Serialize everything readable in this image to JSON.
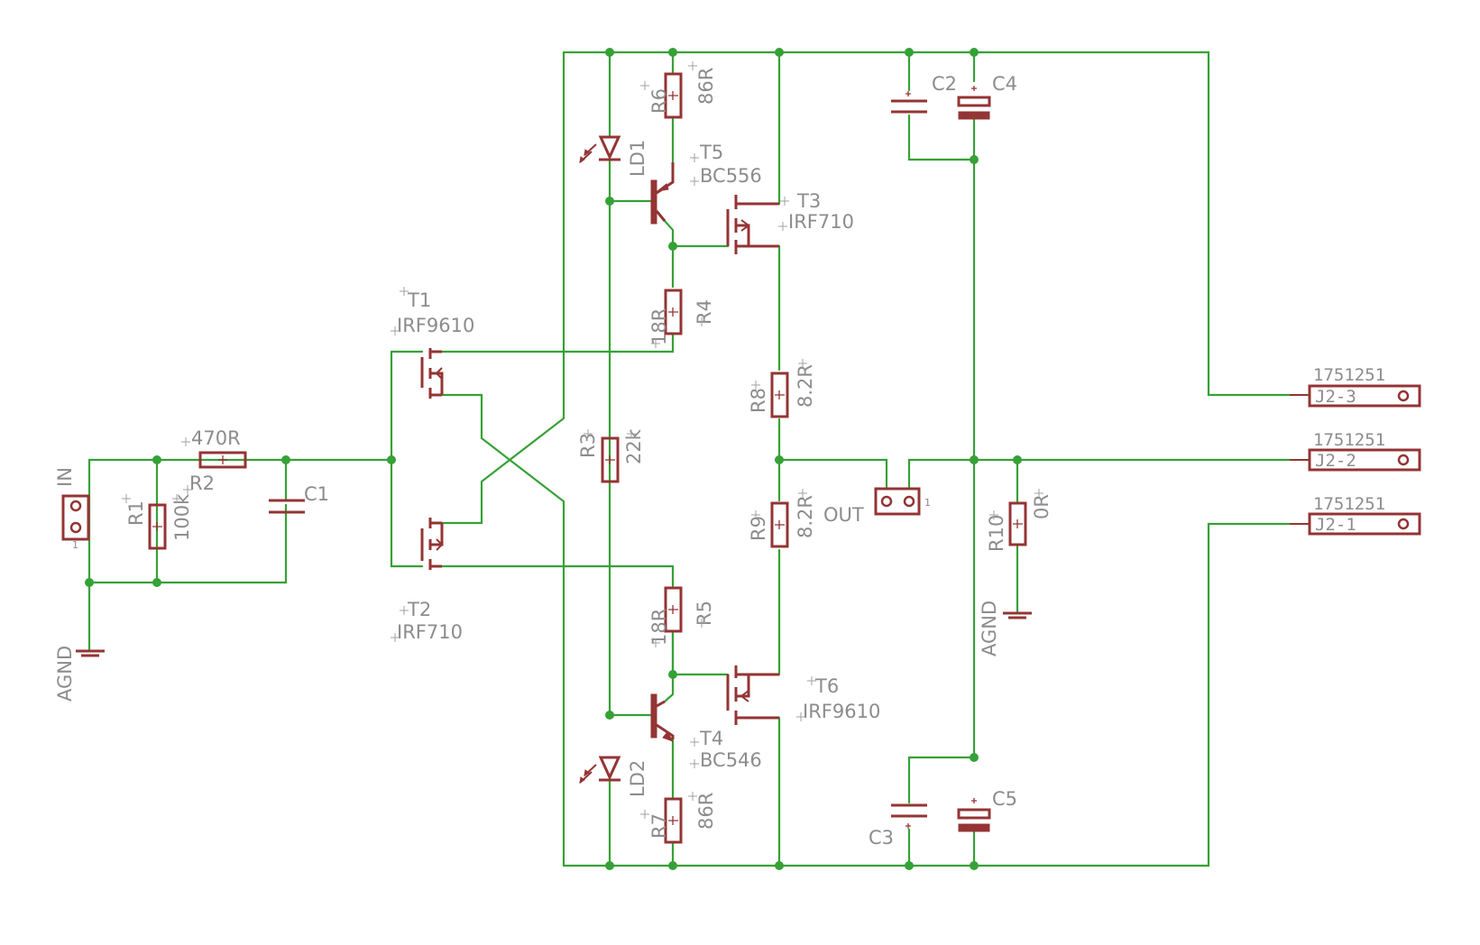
{
  "labels": {
    "in": "IN",
    "agnd_left": "AGND",
    "agnd_right": "AGND",
    "out": "OUT",
    "R1": "R1",
    "R1_val": "100k",
    "R2": "R2",
    "R2_val": "470R",
    "C1": "C1",
    "C2": "C2",
    "C3": "C3",
    "C4": "C4",
    "C5": "C5",
    "R3": "R3",
    "R3_val": "22k",
    "R4": "R4",
    "R4_val": "18R",
    "R5": "R5",
    "R5_val": "18R",
    "R6": "R6",
    "R6_val": "86R",
    "R7": "R7",
    "R7_val": "86R",
    "R8": "R8",
    "R8_val": "8.2R",
    "R9": "R9",
    "R9_val": "8.2R",
    "R10": "R10",
    "R10_val": "0R",
    "T1": "T1",
    "T1_val": "IRF9610",
    "T2": "T2",
    "T2_val": "IRF710",
    "T3": "T3",
    "T3_val": "IRF710",
    "T4": "T4",
    "T4_val": "BC546",
    "T5": "T5",
    "T5_val": "BC556",
    "T6": "T6",
    "T6_val": "IRF9610",
    "LD1": "LD1",
    "LD2": "LD2",
    "J2_3": "J2-3",
    "J2_2": "J2-2",
    "J2_1": "J2-1",
    "J2_3_part": "1751251",
    "J2_2_part": "1751251",
    "J2_1_part": "1751251",
    "pin_one_in": "1",
    "pin_one_out": "1"
  }
}
